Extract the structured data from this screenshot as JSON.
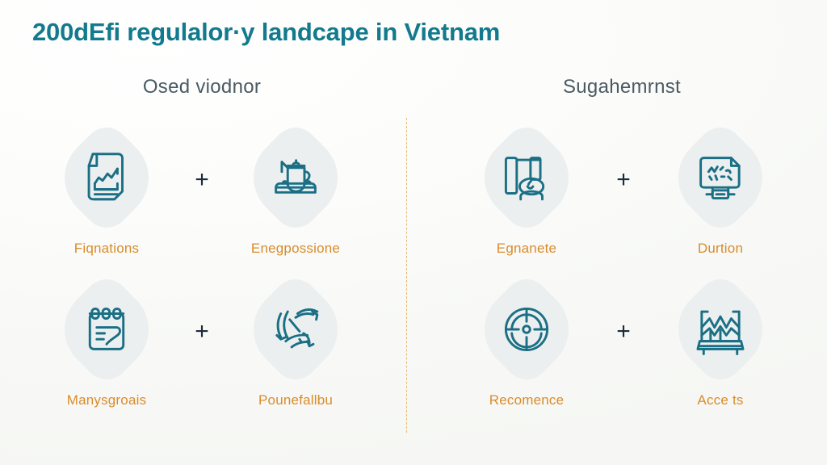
{
  "page": {
    "title": "200dEfi regulalor·y landcape in Vietnam",
    "background_color": "#fbfbf9",
    "title_color": "#137a8e",
    "label_color": "#d98b2b",
    "subhead_color": "#4a5a63",
    "lens_color": "#eaedee",
    "icon_stroke_color": "#1b6f85",
    "divider_color": "#e0ae63",
    "plus_color": "#1d2b3a"
  },
  "columns": {
    "left_subhead": "Osed viodnor",
    "right_subhead": "Sugahemrnst"
  },
  "separators": {
    "plus": "+"
  },
  "items": [
    {
      "label": "Fiqnations",
      "icon": "document-chart-icon",
      "row": 1,
      "column": 1,
      "side": "left"
    },
    {
      "label": "Enegpossione",
      "icon": "teapot-on-stand-icon",
      "row": 1,
      "column": 2,
      "side": "left"
    },
    {
      "label": "Egnanete",
      "icon": "podium-figure-icon",
      "row": 1,
      "column": 3,
      "side": "right"
    },
    {
      "label": "Durtion",
      "icon": "screen-scribble-icon",
      "row": 1,
      "column": 4,
      "side": "right"
    },
    {
      "label": "Manysgroais",
      "icon": "spiral-notepad-icon",
      "row": 2,
      "column": 1,
      "side": "left"
    },
    {
      "label": "Pounefallbu",
      "icon": "curved-arrows-exchange-icon",
      "row": 2,
      "column": 2,
      "side": "left"
    },
    {
      "label": "Recomence",
      "icon": "crosshair-target-icon",
      "row": 2,
      "column": 3,
      "side": "right"
    },
    {
      "label": "Acce ts",
      "icon": "zigzag-chart-frame-icon",
      "row": 2,
      "column": 4,
      "side": "right"
    }
  ]
}
